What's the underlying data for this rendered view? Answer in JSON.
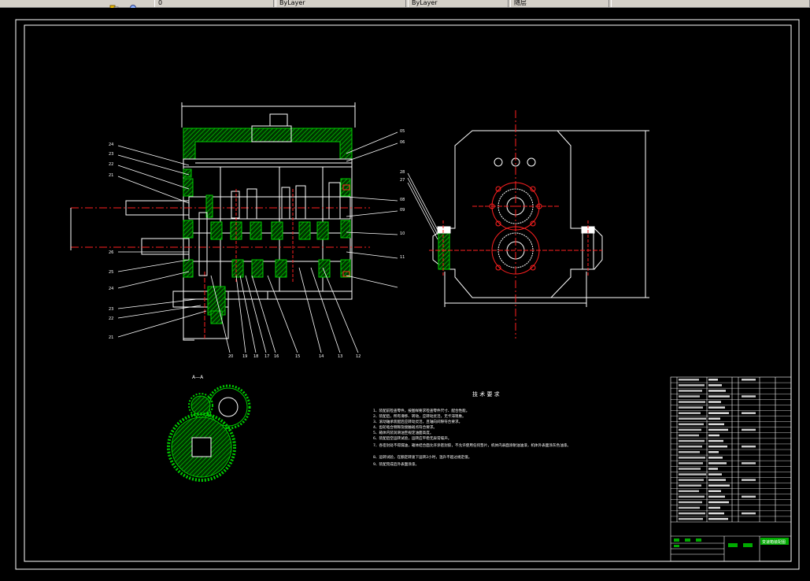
{
  "toolbar": {
    "fields": [
      {
        "name": "toolbar-field-layer",
        "text": "0"
      },
      {
        "name": "toolbar-field-color",
        "text": "ByLayer"
      },
      {
        "name": "toolbar-field-linetype",
        "text": "ByLayer"
      },
      {
        "name": "toolbar-field-lineweight",
        "text": "随层"
      },
      {
        "name": "toolbar-field-plotstyle",
        "text": ""
      }
    ],
    "icons": [
      "layer-tool-icon",
      "layer-state-icon"
    ]
  },
  "drawing": {
    "section_label": "A—A",
    "tech_title": "技 术 要 求",
    "tech_notes": [
      "1、装配前检查零件，按图样要求检查零件尺寸、配合性能。",
      "2、装配后，所有滑移、转动，应转动灵活，无卡滞现象。",
      "3、滚动轴承装配后应转动灵活，且轴向间隙符合要求。",
      "4、齿轮啮合侧隙及接触斑点符合要求。",
      "5、箱体内装润滑油至规定油面高度。",
      "6、装配后空运转试验，运转应平稳无异常噪声。",
      "7、各密封处不得漏油，箱体结合面允许涂密封胶，不允许使用任何垫片，机体内表面涂耐油油漆，机体外表面涂灰色油漆。",
      "8、运转试验，在额定转速下运转2小时，温升不超过规定值。",
      "9、装配完成后外表面涂漆。"
    ],
    "left_callouts": [
      "24",
      "23",
      "22",
      "21",
      "26",
      "25",
      "24",
      "23",
      "22",
      "21"
    ],
    "right_callouts": [
      "05",
      "06",
      "08",
      "09",
      "10",
      "11"
    ],
    "bottom_callouts": [
      "20",
      "19",
      "18",
      "17",
      "16",
      "15",
      "14",
      "13",
      "12"
    ],
    "side_callouts": [
      "28",
      "27"
    ],
    "title_block_name": "变速箱装配图",
    "colors": {
      "background": "#000000",
      "outline": "#ffffff",
      "hatch": "#00cc00",
      "centerline": "#ff2020",
      "title_green": "#00aa00"
    }
  }
}
